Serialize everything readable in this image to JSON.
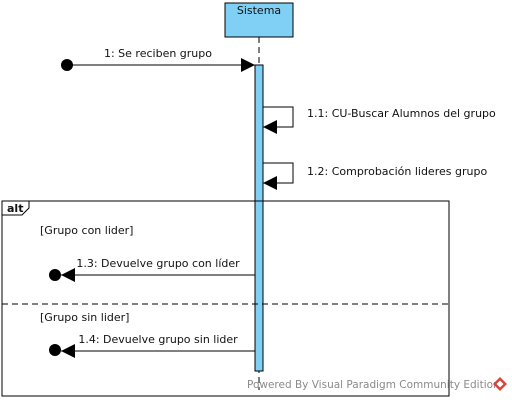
{
  "diagram": {
    "lifeline": {
      "name": "Sistema"
    },
    "messages": [
      {
        "id": "m1",
        "label": "1: Se reciben grupo"
      },
      {
        "id": "m11",
        "label": "1.1: CU-Buscar Alumnos del grupo"
      },
      {
        "id": "m12",
        "label": "1.2: Comprobación lideres grupo"
      },
      {
        "id": "m13",
        "label": "1.3: Devuelve grupo con líder"
      },
      {
        "id": "m14",
        "label": "1.4: Devuelve grupo sin lider"
      }
    ],
    "fragment": {
      "operator": "alt",
      "guards": [
        "[Grupo con lider]",
        "[Grupo sin lider]"
      ]
    },
    "watermark": "Powered By Visual Paradigm Community Edition"
  },
  "colors": {
    "lifeline_fill": "#7FD0F4",
    "stroke": "#000000",
    "watermark": "#8a8a8a",
    "logo": "#d9453a"
  },
  "icons": [
    "visual-paradigm-logo-icon"
  ]
}
